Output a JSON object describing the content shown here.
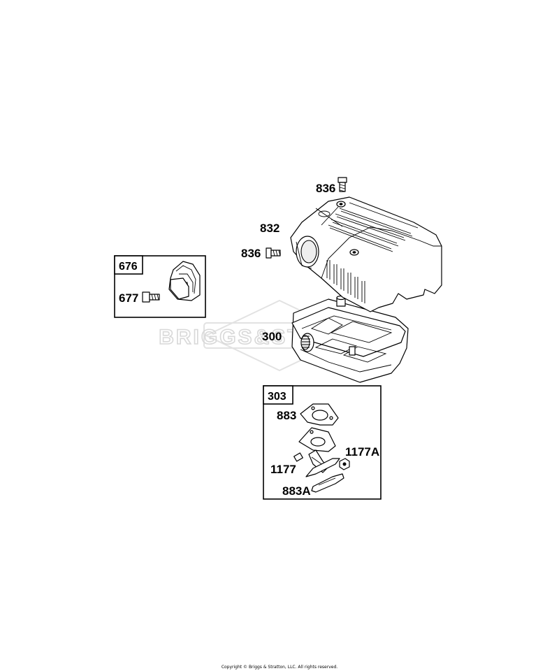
{
  "watermark": "BRIGGS&STRATTON",
  "labels": {
    "bolt_top": "836",
    "guard": "832",
    "bolt_side": "836",
    "muffler": "300",
    "deflector_kit": "676",
    "deflector_screw": "677",
    "gasket_kit": "303",
    "gasket": "883",
    "nut": "1177A",
    "stud": "1177",
    "lock_plate": "883A"
  },
  "footer": {
    "copyright": "Copyright © Briggs & Stratton, LLC. All rights reserved."
  }
}
